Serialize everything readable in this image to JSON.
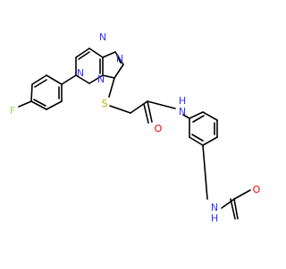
{
  "molecule": {
    "atom_labels": {
      "F": "F",
      "S": "S",
      "N1": "N",
      "N2": "N",
      "N3": "N",
      "N4": "N",
      "O1": "O",
      "NH1": "N",
      "H1": "H",
      "NH2": "N",
      "H2": "H",
      "O2": "O"
    },
    "colors": {
      "bond": "#000000",
      "nitrogen": "#3333ff",
      "oxygen": "#ff0000",
      "sulfur": "#b2b200",
      "fluorine": "#90e050"
    }
  }
}
